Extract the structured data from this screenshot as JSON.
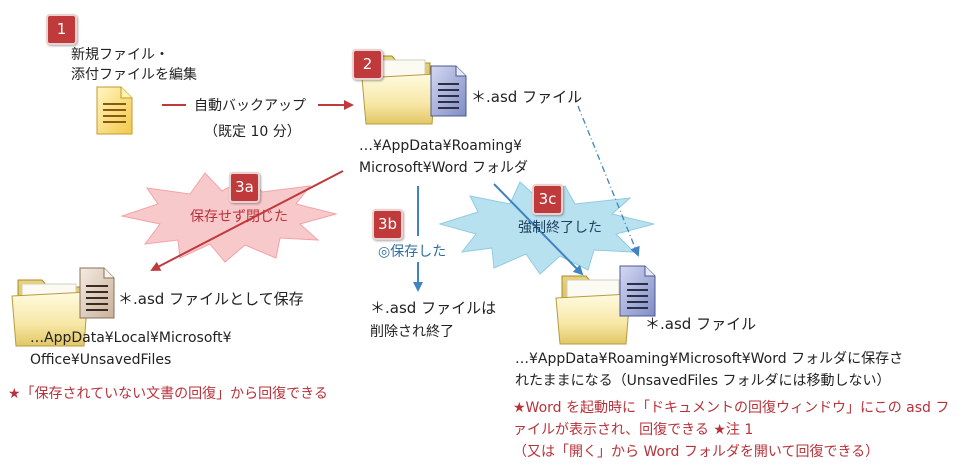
{
  "badges": {
    "b1": "1",
    "b2": "2",
    "b3a": "3a",
    "b3b": "3b",
    "b3c": "3c"
  },
  "step1": {
    "line1": "新規ファイル・",
    "line2": "添付ファイルを編集"
  },
  "autosave": {
    "line1": "自動バックアップ",
    "line2": "（既定 10 分）"
  },
  "step2": {
    "file_label": "＊.asd ファイル",
    "path1": "…¥AppData¥Roaming¥",
    "path2": "Microsoft¥Word フォルダ"
  },
  "step3a": {
    "burst_label": "保存せず閉じた",
    "file_label": "＊.asd ファイルとして保存",
    "path1": "…AppData¥Local¥Microsoft¥",
    "path2": "Office¥UnsavedFiles",
    "note": "★「保存されていない文書の回復」から回復できる"
  },
  "step3b": {
    "label": "◎保存した",
    "result1": "＊.asd ファイルは",
    "result2": "削除され終了"
  },
  "step3c": {
    "burst_label": "強制終了した",
    "file_label": "＊.asd ファイル",
    "path1": "…¥AppData¥Roaming¥Microsoft¥Word フォルダに保存さ",
    "path2": "れたままになる（UnsavedFiles フォルダには移動しない）",
    "note1": "★Word を起動時に「ドキュメントの回復ウィンドウ」にこの asd フ",
    "note2_main": "ァイルが表示され、回復できる",
    "note2_tag": "★注 1",
    "note3": "（又は「開く」から Word フォルダを開いて回復できる）"
  },
  "colors": {
    "badge": "#c0393b",
    "red_arrow": "#c0393b",
    "blue_arrow": "#3f83c0",
    "burst_pink": "#f8c9cb",
    "burst_blue": "#b8e1f0",
    "note_red": "#b8323a"
  }
}
